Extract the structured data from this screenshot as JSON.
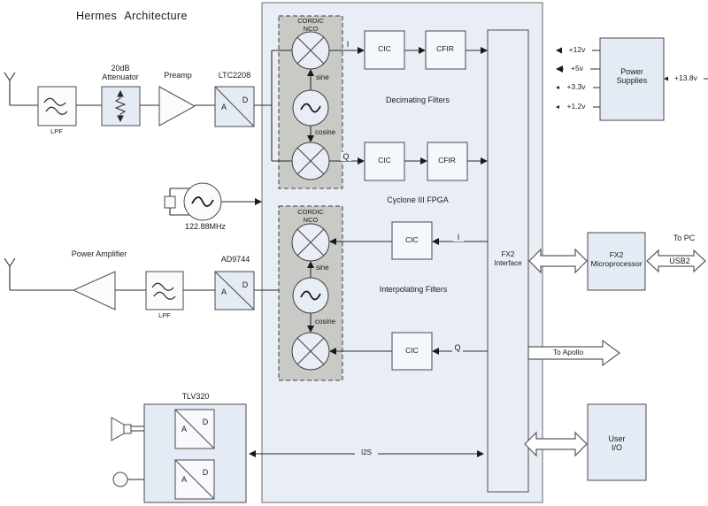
{
  "title": "Hermes Architecture",
  "rx": {
    "lpf": "LPF",
    "attenuator": "20dB Attenuator",
    "preamp": "Preamp",
    "adc_name": "LTC2208"
  },
  "tx": {
    "pa": "Power Amplifier",
    "lpf": "LPF",
    "dac_name": "AD9744"
  },
  "ad_marks": {
    "a": "A",
    "d": "D"
  },
  "clock": {
    "freq": "122.88MHz"
  },
  "fpga": {
    "name": "Cyclone III FPGA",
    "decimating": "Decimating Filters",
    "interpolating": "Interpolating Filters",
    "fx2_interface": "FX2 Interface",
    "i2s": "I2S",
    "cic": "CIC",
    "cfir": "CFIR",
    "i": "I",
    "q": "Q",
    "nco": {
      "title": "CORDIC NCO",
      "sine": "sine",
      "cosine": "cosine"
    }
  },
  "power": {
    "title": "Power Supplies",
    "outputs": [
      "+12v",
      "+5v",
      "+3.3v",
      "+1.2v"
    ],
    "input": "+13.8v"
  },
  "usb": {
    "micro": "FX2 Microprocessor",
    "to_pc": "To PC",
    "usb2": "USB2"
  },
  "apollo": {
    "label": "To Apollo"
  },
  "user_io": {
    "label": "User I/O"
  },
  "codec": {
    "name": "TLV320"
  }
}
